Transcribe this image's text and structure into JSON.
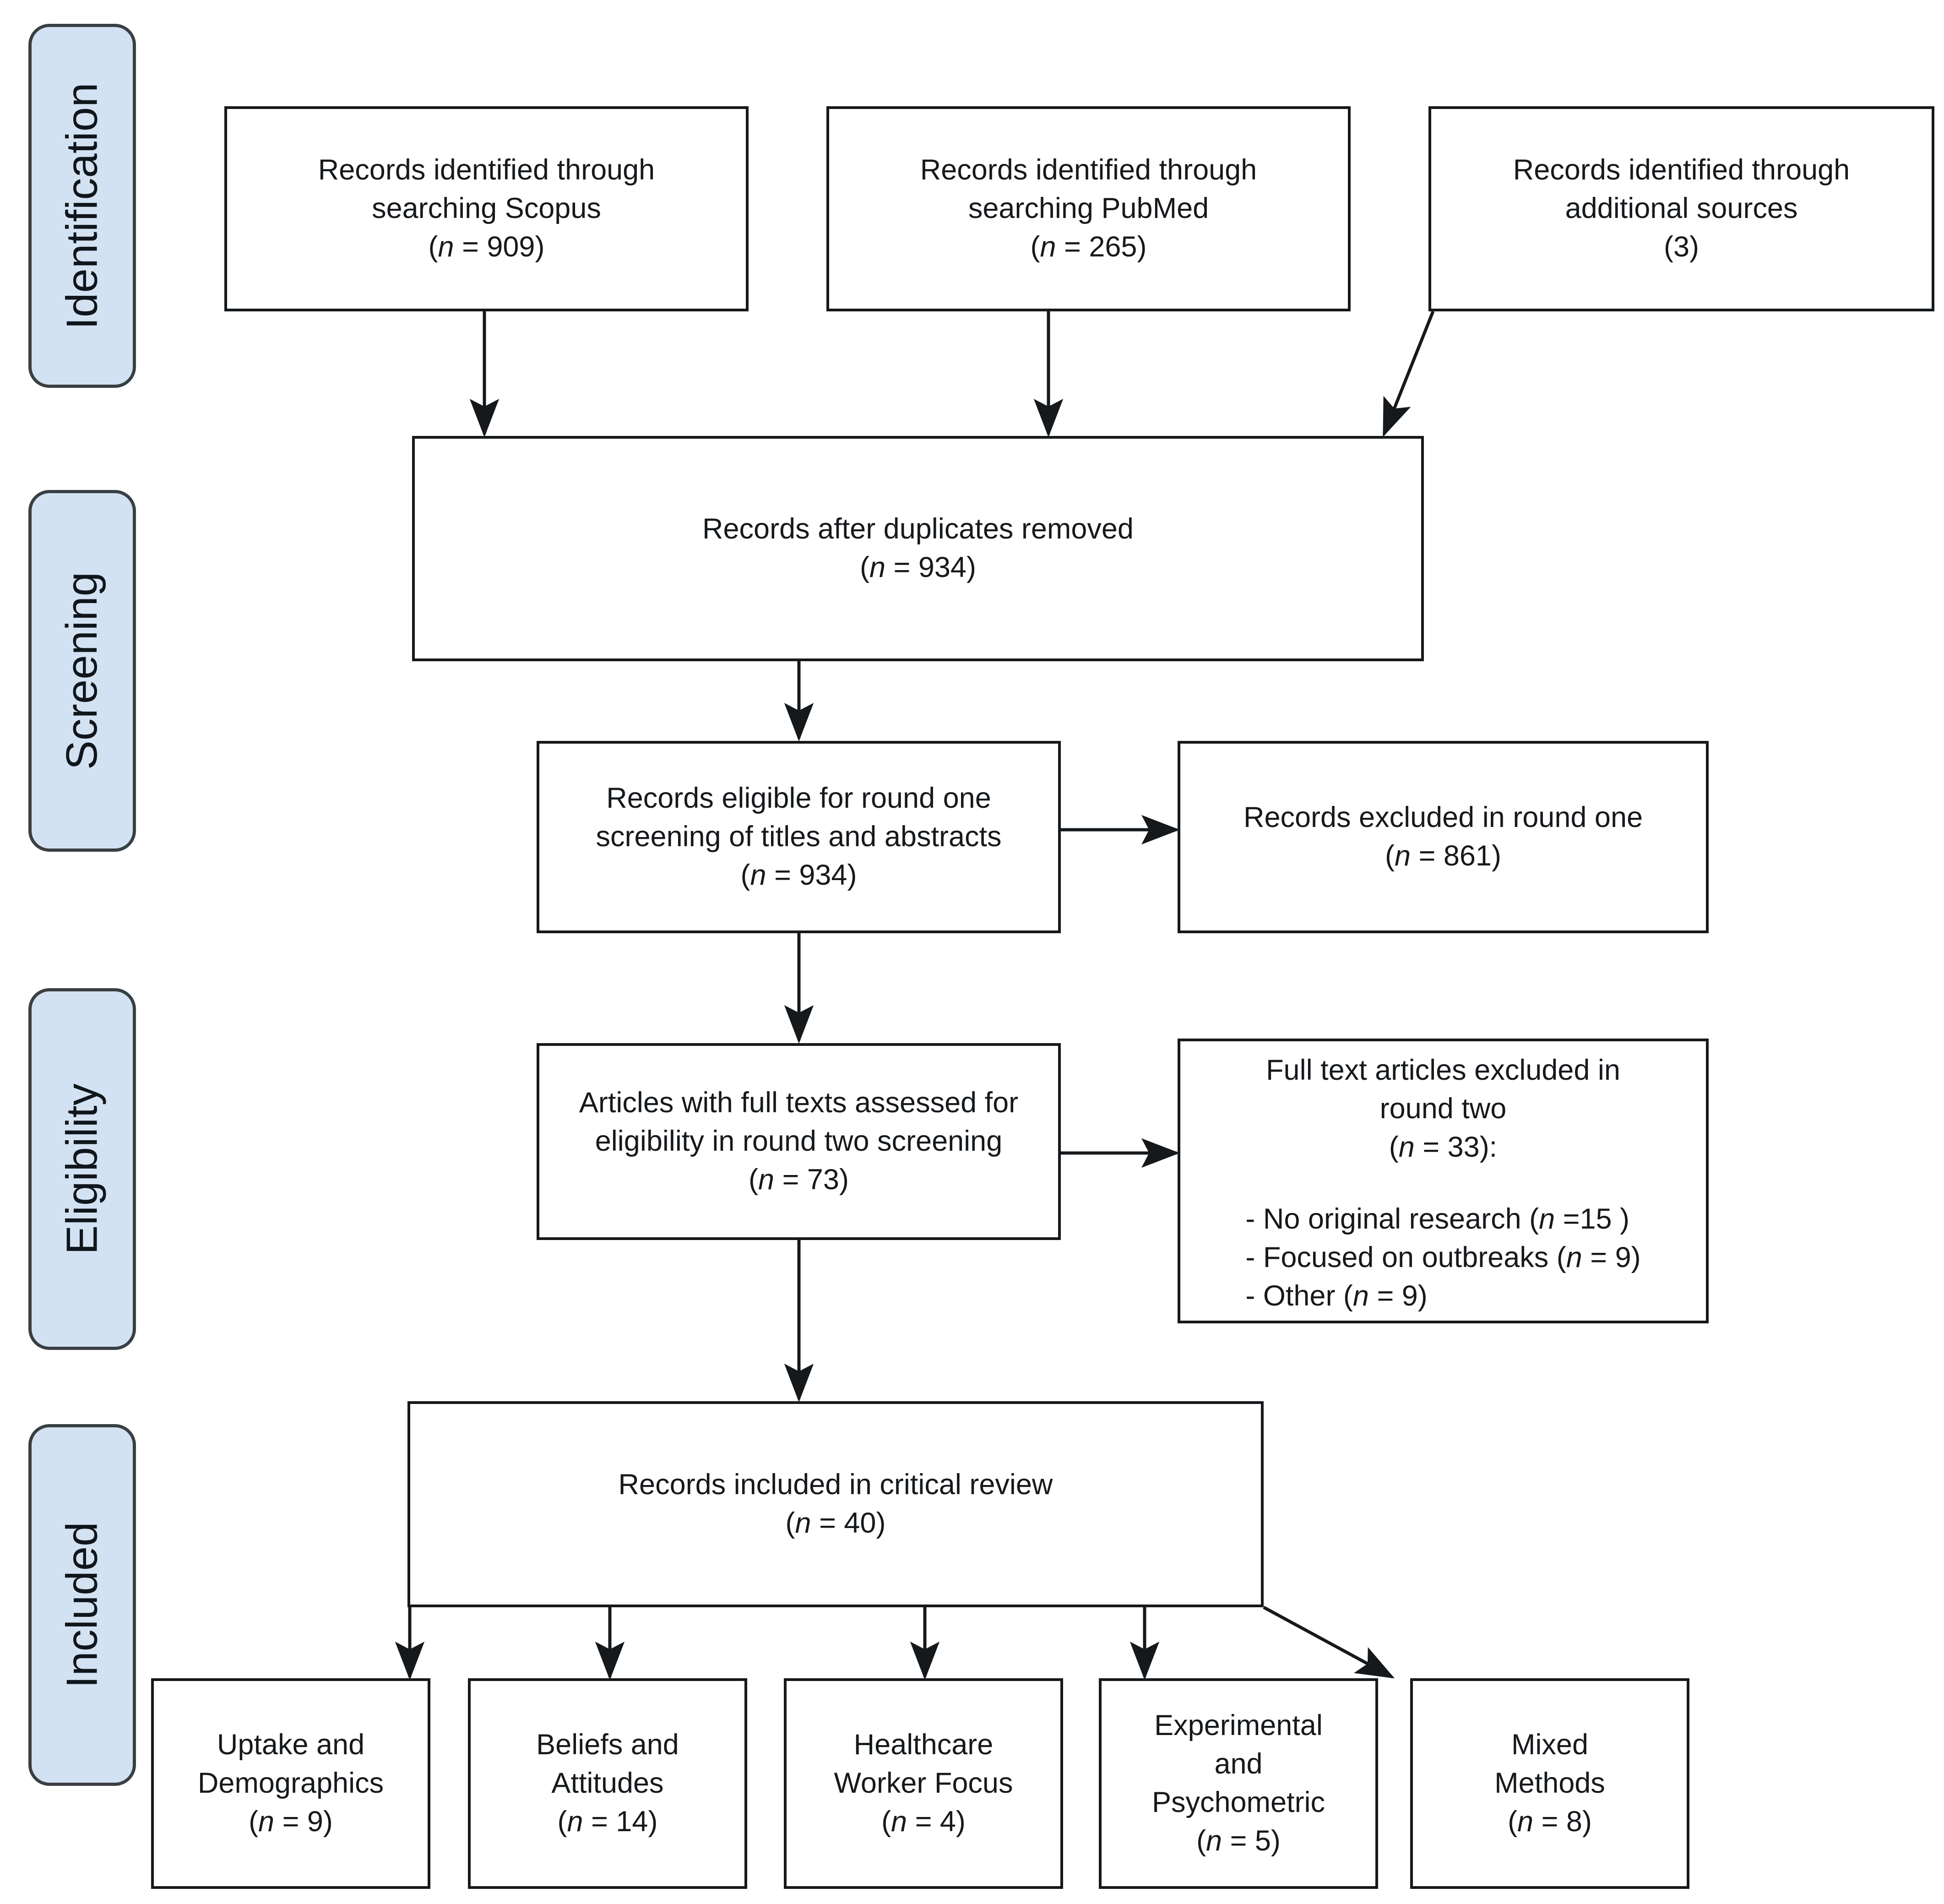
{
  "diagram": {
    "type": "prisma-flow-diagram",
    "accent_color": "#d3e2f2",
    "border_color": "#16191c",
    "stages": [
      {
        "id": "identification",
        "label": "Identification"
      },
      {
        "id": "screening",
        "label": "Screening"
      },
      {
        "id": "eligibility",
        "label": "Eligibility"
      },
      {
        "id": "included",
        "label": "Included"
      }
    ],
    "boxes": {
      "scopus": {
        "line1": "Records identified through",
        "line2": "searching Scopus",
        "n_prefix": "(",
        "n_italic": "n",
        "n_value": " = 909)"
      },
      "pubmed": {
        "line1": "Records identified through",
        "line2": "searching PubMed",
        "n_prefix": "(",
        "n_italic": "n",
        "n_value": " = 265)"
      },
      "additional": {
        "line1": "Records identified through",
        "line2": "additional sources",
        "n_value": "(3)"
      },
      "duplicates": {
        "line1": "Records after duplicates removed",
        "n_prefix": "(",
        "n_italic": "n",
        "n_value": " = 934)"
      },
      "round_one": {
        "line1": "Records eligible for round one",
        "line2": "screening of titles and abstracts",
        "n_prefix": "(",
        "n_italic": "n",
        "n_value": " = 934)"
      },
      "excluded_one": {
        "line1": "Records excluded in round one",
        "n_prefix": "(",
        "n_italic": "n",
        "n_value": " = 861)"
      },
      "full_text": {
        "line1": "Articles with full texts assessed for",
        "line2": "eligibility in round two screening",
        "n_prefix": "(",
        "n_italic": "n",
        "n_value": " = 73)"
      },
      "excluded_two": {
        "line1": "Full text articles excluded in",
        "line2": "round two",
        "n_prefix": "(",
        "n_italic": "n",
        "n_value": " = 33):",
        "reasons": [
          {
            "text": "- No original research (",
            "italic": "n",
            "value": " =15 )"
          },
          {
            "text": "- Focused on outbreaks (",
            "italic": "n",
            "value": " = 9)"
          },
          {
            "text": "- Other (",
            "italic": "n",
            "value": " = 9)"
          }
        ]
      },
      "included_review": {
        "line1": "Records included in critical review",
        "n_prefix": "(",
        "n_italic": "n",
        "n_value": " = 40)"
      }
    },
    "categories": [
      {
        "id": "uptake-demographics",
        "line1": "Uptake and",
        "line2": "Demographics",
        "n_prefix": "(",
        "n_italic": "n",
        "n_value": " = 9)"
      },
      {
        "id": "beliefs-attitudes",
        "line1": "Beliefs and",
        "line2": "Attitudes",
        "n_prefix": "(",
        "n_italic": "n",
        "n_value": " = 14)"
      },
      {
        "id": "healthcare-worker-focus",
        "line1": "Healthcare",
        "line2": "Worker Focus",
        "n_prefix": "(",
        "n_italic": "n",
        "n_value": " = 4)"
      },
      {
        "id": "experimental-psychometric",
        "line1": "Experimental",
        "line2": "and",
        "line3": "Psychometric",
        "n_prefix": "(",
        "n_italic": "n",
        "n_value": " = 5)"
      },
      {
        "id": "mixed-methods",
        "line1": "Mixed",
        "line2": "Methods",
        "n_prefix": "(",
        "n_italic": "n",
        "n_value": " = 8)"
      }
    ]
  },
  "chart_data": {
    "type": "diagram",
    "title": "PRISMA flow diagram",
    "nodes": [
      {
        "id": "scopus",
        "stage": "Identification",
        "label": "Records identified through searching Scopus",
        "n": 909
      },
      {
        "id": "pubmed",
        "stage": "Identification",
        "label": "Records identified through searching PubMed",
        "n": 265
      },
      {
        "id": "additional",
        "stage": "Identification",
        "label": "Records identified through additional sources",
        "n": 3
      },
      {
        "id": "duplicates",
        "stage": "Screening",
        "label": "Records after duplicates removed",
        "n": 934
      },
      {
        "id": "round_one",
        "stage": "Screening",
        "label": "Records eligible for round one screening of titles and abstracts",
        "n": 934
      },
      {
        "id": "excluded_one",
        "stage": "Screening",
        "label": "Records excluded in round one",
        "n": 861
      },
      {
        "id": "full_text",
        "stage": "Eligibility",
        "label": "Articles with full texts assessed for eligibility in round two screening",
        "n": 73
      },
      {
        "id": "excluded_two",
        "stage": "Eligibility",
        "label": "Full text articles excluded in round two",
        "n": 33,
        "breakdown": [
          {
            "reason": "No original research",
            "n": 15
          },
          {
            "reason": "Focused on outbreaks",
            "n": 9
          },
          {
            "reason": "Other",
            "n": 9
          }
        ]
      },
      {
        "id": "included_review",
        "stage": "Included",
        "label": "Records included in critical review",
        "n": 40
      },
      {
        "id": "uptake-demographics",
        "stage": "Included",
        "label": "Uptake and Demographics",
        "n": 9
      },
      {
        "id": "beliefs-attitudes",
        "stage": "Included",
        "label": "Beliefs and Attitudes",
        "n": 14
      },
      {
        "id": "healthcare-worker-focus",
        "stage": "Included",
        "label": "Healthcare Worker Focus",
        "n": 4
      },
      {
        "id": "experimental-psychometric",
        "stage": "Included",
        "label": "Experimental and Psychometric",
        "n": 5
      },
      {
        "id": "mixed-methods",
        "stage": "Included",
        "label": "Mixed Methods",
        "n": 8
      }
    ],
    "edges": [
      {
        "from": "scopus",
        "to": "duplicates"
      },
      {
        "from": "pubmed",
        "to": "duplicates"
      },
      {
        "from": "additional",
        "to": "duplicates"
      },
      {
        "from": "duplicates",
        "to": "round_one"
      },
      {
        "from": "round_one",
        "to": "excluded_one"
      },
      {
        "from": "round_one",
        "to": "full_text"
      },
      {
        "from": "full_text",
        "to": "excluded_two"
      },
      {
        "from": "full_text",
        "to": "included_review"
      },
      {
        "from": "included_review",
        "to": "uptake-demographics"
      },
      {
        "from": "included_review",
        "to": "beliefs-attitudes"
      },
      {
        "from": "included_review",
        "to": "healthcare-worker-focus"
      },
      {
        "from": "included_review",
        "to": "experimental-psychometric"
      },
      {
        "from": "included_review",
        "to": "mixed-methods"
      }
    ]
  }
}
